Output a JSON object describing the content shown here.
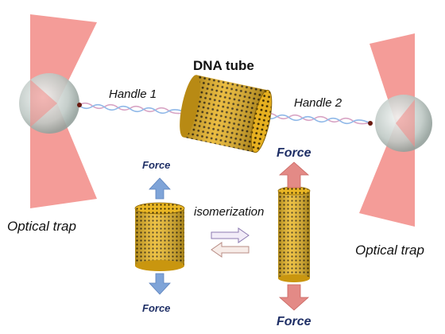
{
  "diagram": {
    "title": "DNA tube",
    "handle_left": "Handle 1",
    "handle_right": "Handle 2",
    "trap_left": "Optical trap",
    "trap_right": "Optical trap",
    "force_label": "Force",
    "isomerization_label": "isomerization"
  },
  "colors": {
    "trap_beam": "#f08080",
    "bead": "#c9d1ce",
    "tube_gold": "#e8b320",
    "force_arrow_blue": "#7fa4d8",
    "force_arrow_red": "#e38a86",
    "force_text": "#1f2f66"
  }
}
